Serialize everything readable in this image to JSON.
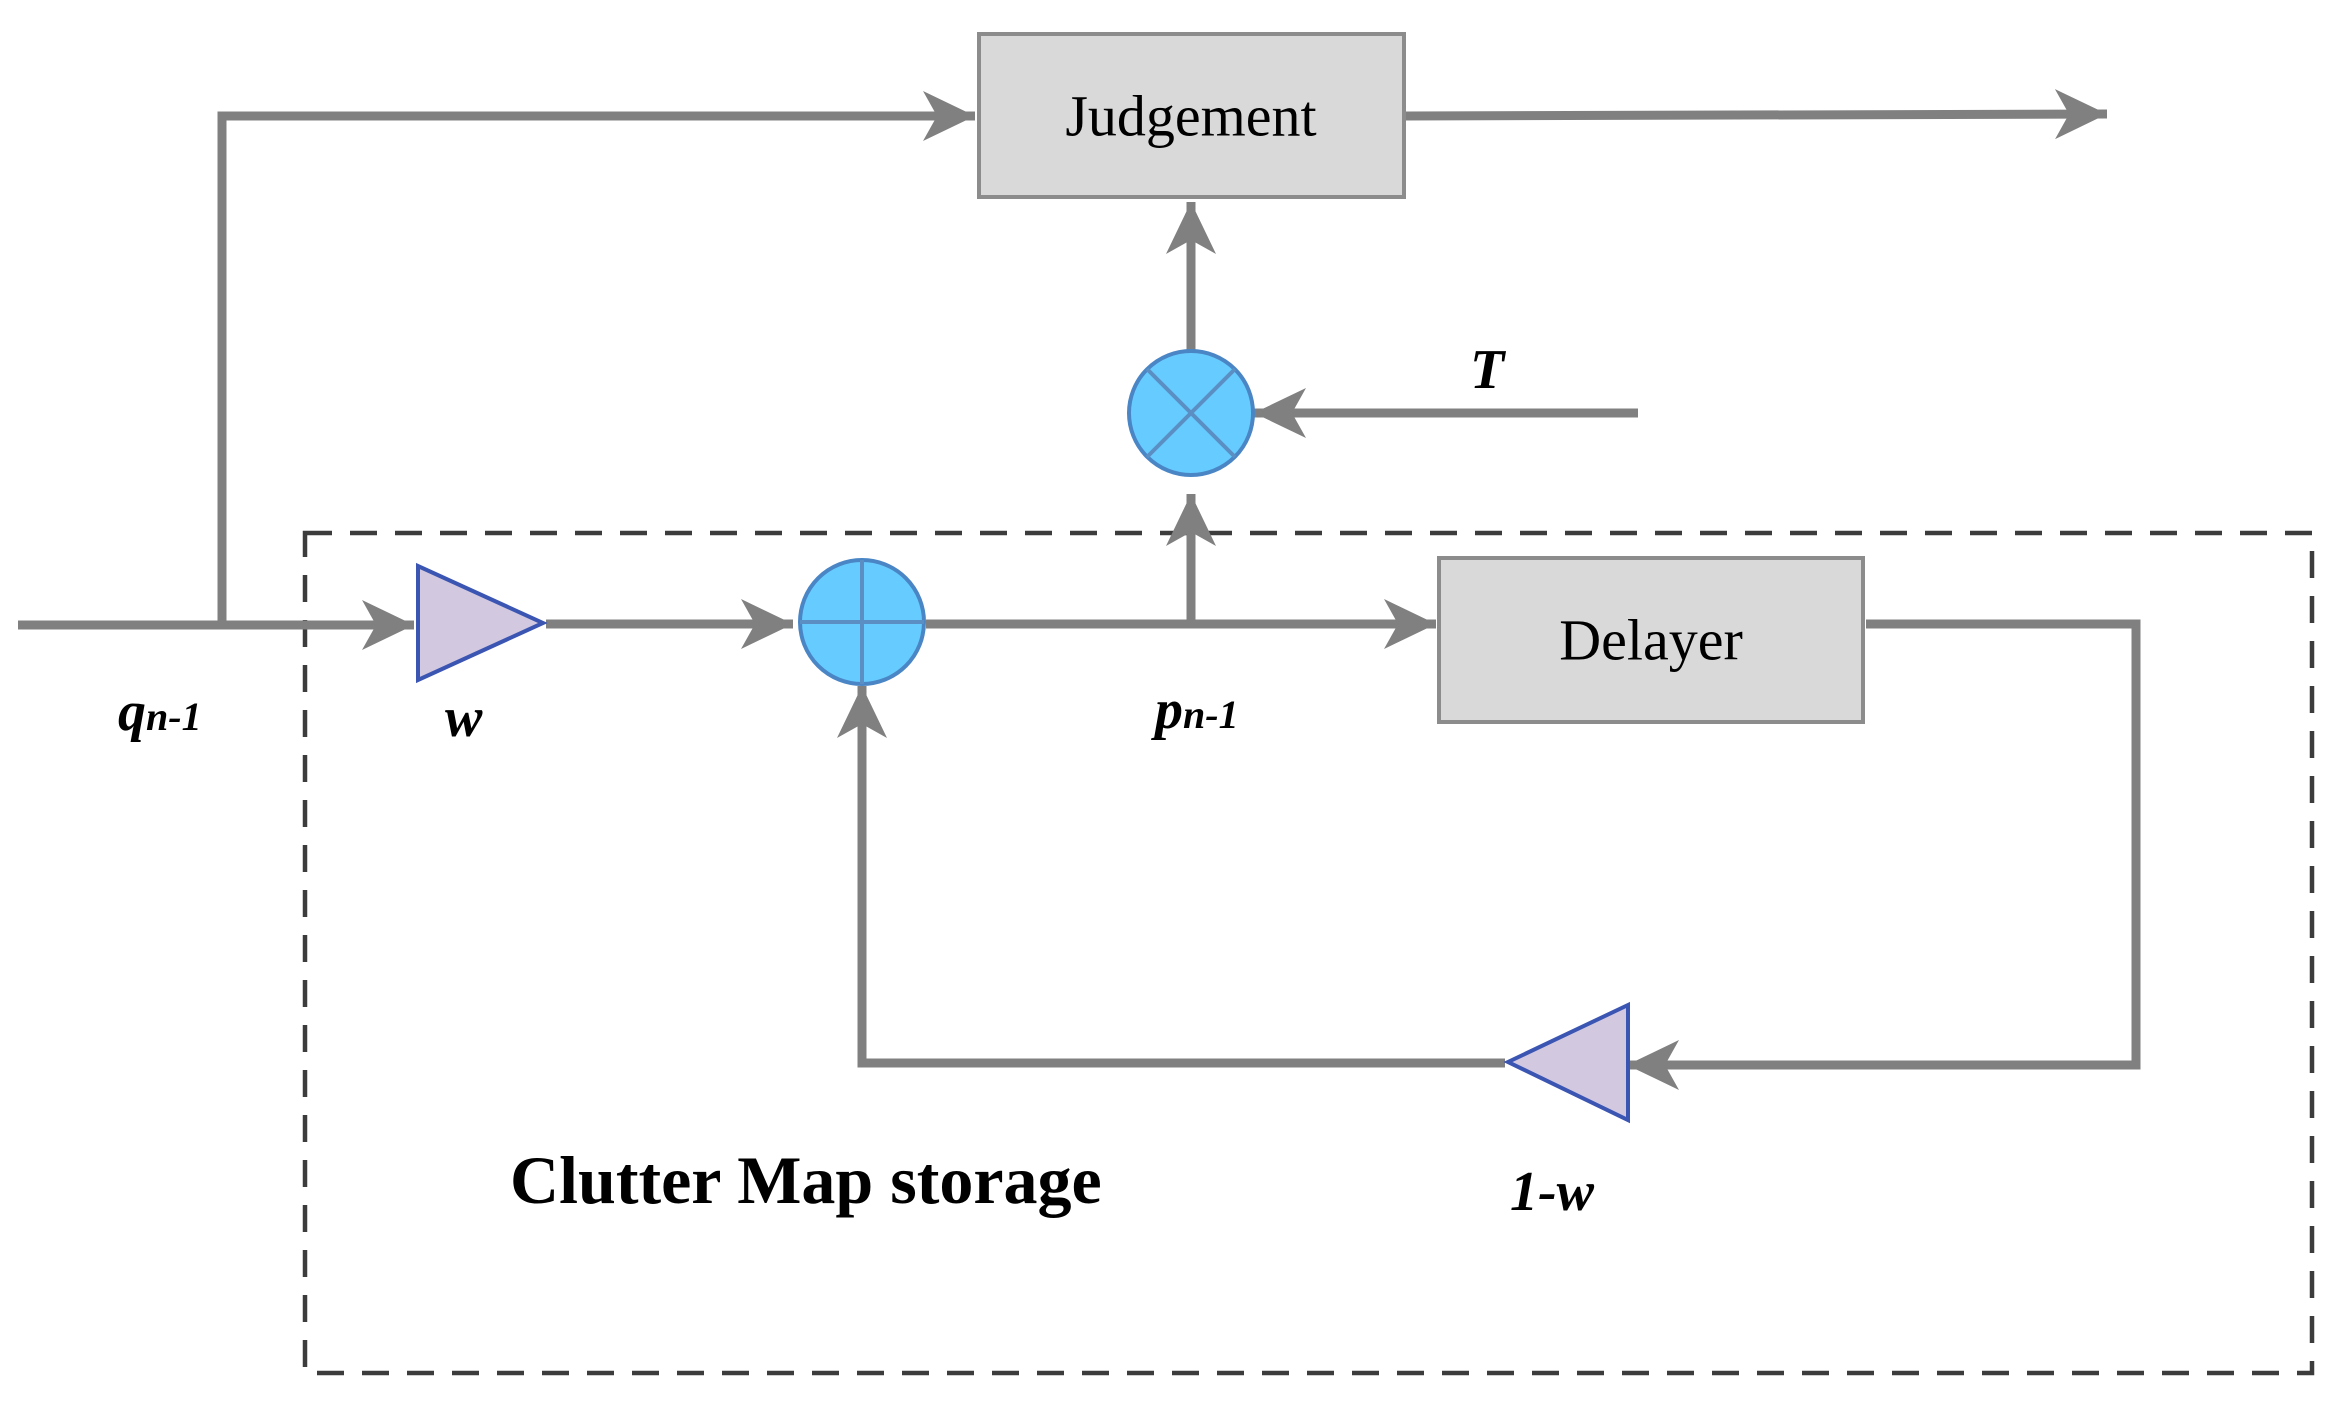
{
  "blocks": {
    "judgement": "Judgement",
    "delayer": "Delayer"
  },
  "signals": {
    "input_symbol": "q",
    "input_subscript": "n-1",
    "state_symbol": "p",
    "state_subscript": "n-1",
    "threshold": "T"
  },
  "gains": {
    "input_gain": "w",
    "feedback_gain": "1-w"
  },
  "region": {
    "label": "Clutter Map storage"
  },
  "colors": {
    "wire": "#808080",
    "block_fill": "#d9d9d9",
    "operator_fill": "#66ccff",
    "amplifier_fill": "#d2c8e0",
    "amplifier_stroke": "#3b55b3"
  },
  "icons": {
    "adder": "circle-plus-icon",
    "multiplier": "circle-cross-icon",
    "amplifier": "triangle-gain-icon"
  }
}
